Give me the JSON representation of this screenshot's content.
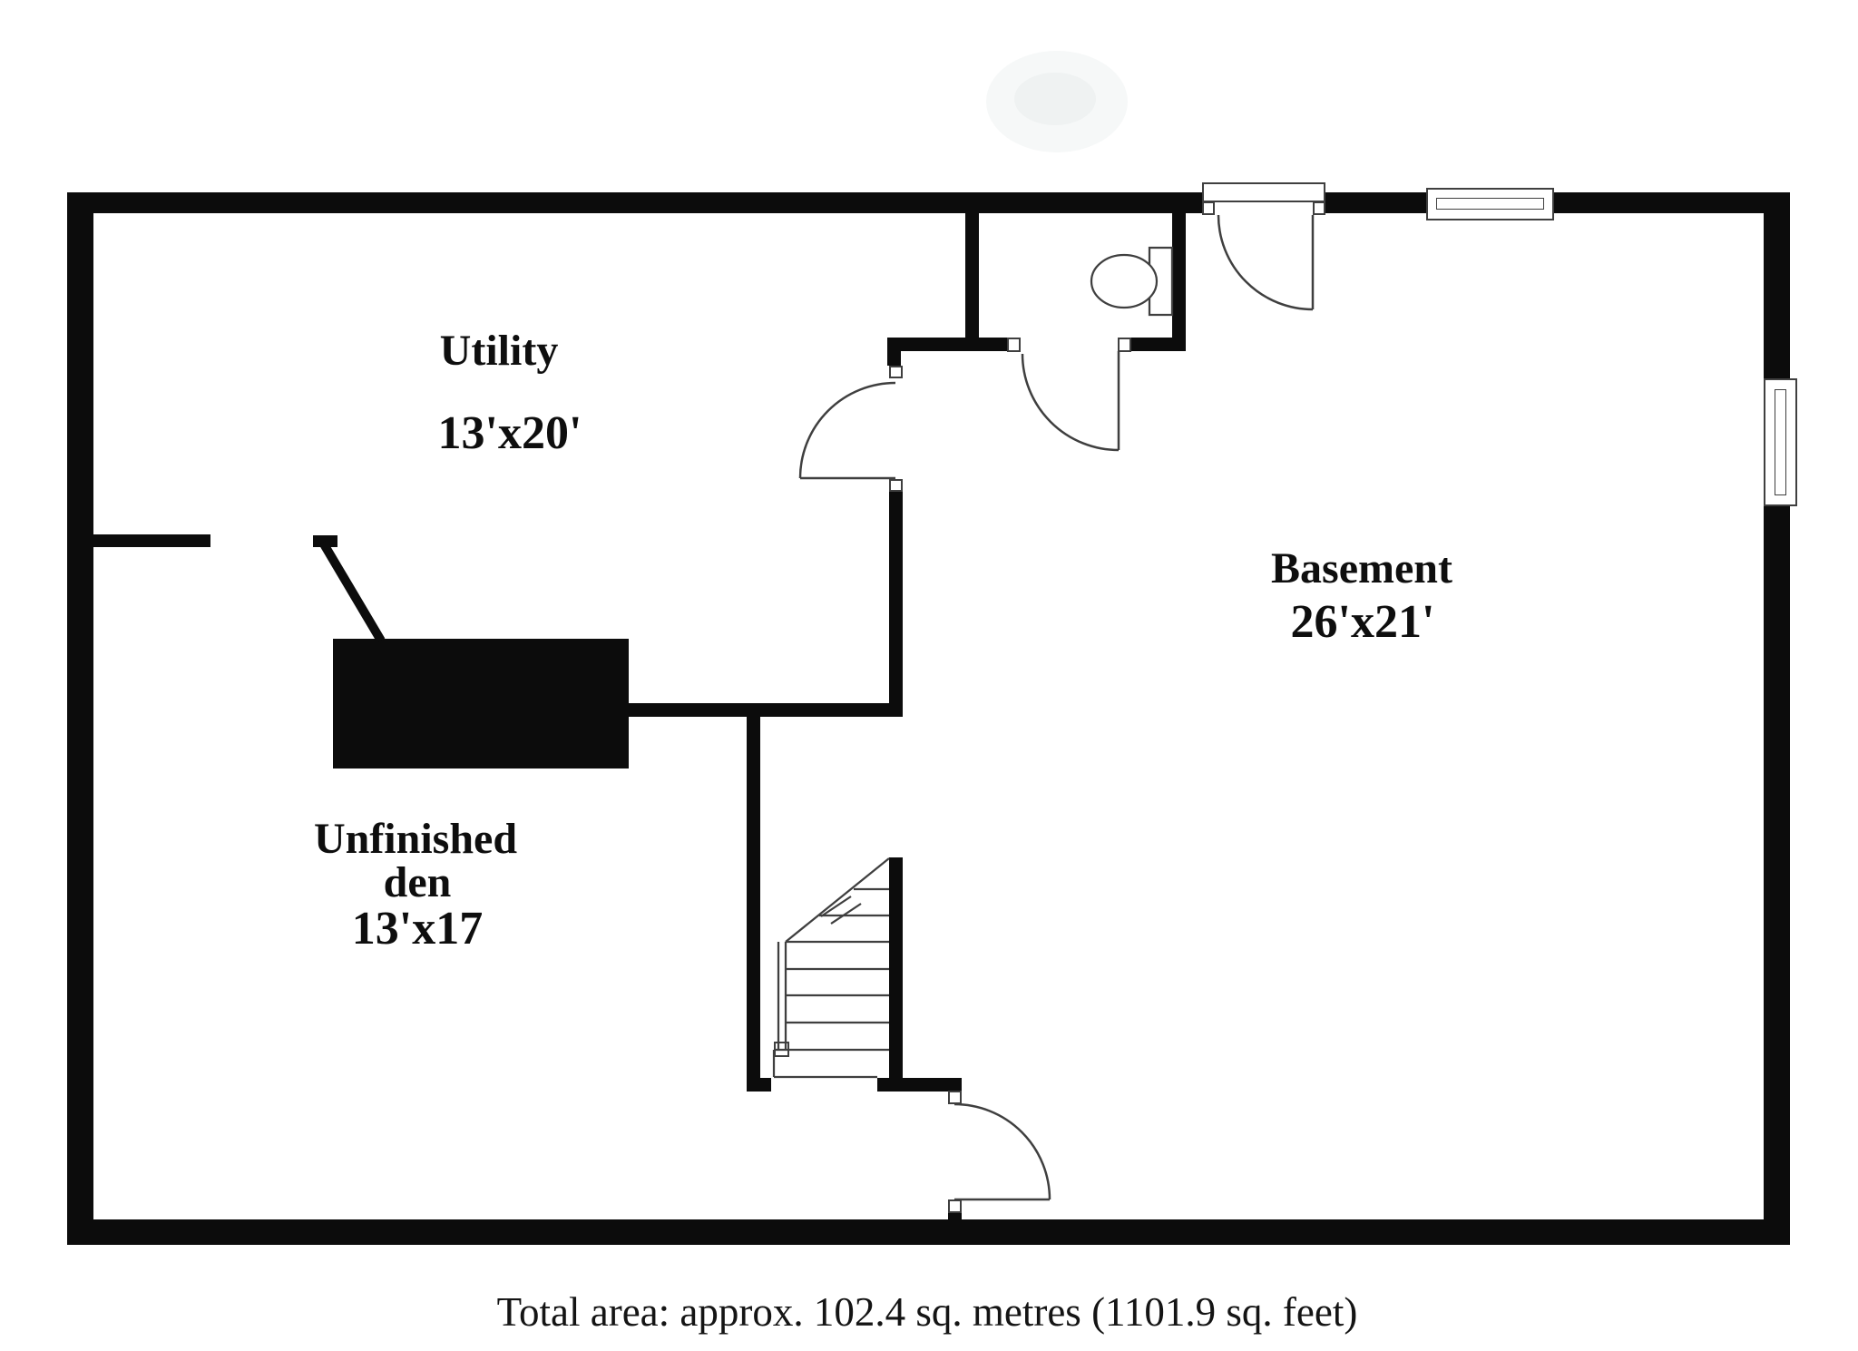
{
  "plan": {
    "rooms": {
      "utility": {
        "name": "Utility",
        "dims": "13'x20'"
      },
      "basement": {
        "name": "Basement",
        "dims": "26'x21'"
      },
      "den": {
        "name_line1": "Unfinished",
        "name_line2": "den",
        "dims": "13'x17"
      }
    },
    "fixtures": {
      "toilet": "toilet-icon",
      "stairs": "stairs-icon",
      "furnace": "furnace-icon",
      "doors": "door-swing-icon",
      "windows": "window-icon"
    }
  },
  "footer": {
    "total_area": "Total area: approx. 102.4 sq. metres (1101.9 sq. feet)"
  },
  "colors": {
    "wall": "#0c0c0c",
    "line": "#3f3f3f",
    "background": "#ffffff",
    "watermark": "#f4f6f6"
  }
}
